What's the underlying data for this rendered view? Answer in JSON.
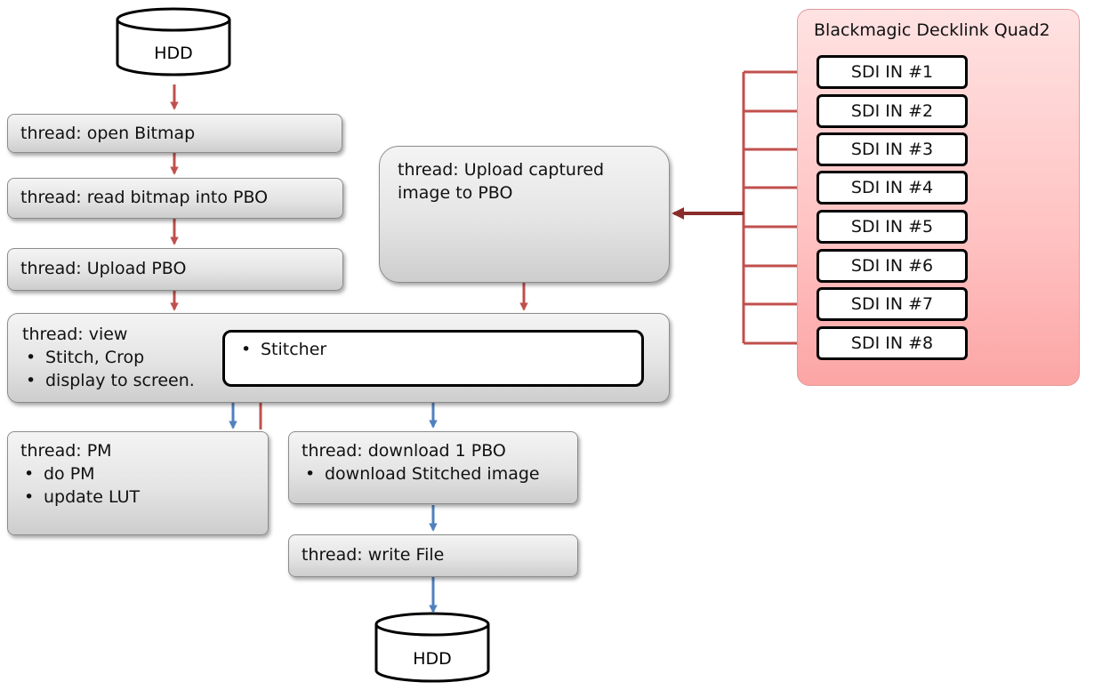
{
  "hdd_top": "HDD",
  "hdd_bottom": "HDD",
  "left_chain": {
    "open_bitmap": "thread: open Bitmap",
    "read_bitmap": "thread: read bitmap into PBO",
    "upload_pbo": "thread: Upload PBO"
  },
  "upload_captured": {
    "line1": "thread: Upload captured",
    "line2": "image to PBO"
  },
  "view": {
    "title": "thread: view",
    "bullets": [
      "Stitch, Crop",
      "display to screen."
    ]
  },
  "stitcher": "Stitcher",
  "pm": {
    "title": "thread: PM",
    "bullets": [
      "do PM",
      "update LUT"
    ]
  },
  "download": {
    "title": "thread: download 1 PBO",
    "bullets": [
      "download Stitched image"
    ]
  },
  "write_file": "thread: write File",
  "decklink": {
    "title": "Blackmagic Decklink Quad2",
    "inputs": [
      "SDI IN #1",
      "SDI IN #2",
      "SDI IN #3",
      "SDI IN #4",
      "SDI IN #5",
      "SDI IN #6",
      "SDI IN #7",
      "SDI IN #8"
    ]
  },
  "colors": {
    "red_arrow": "#c0504d",
    "blue_arrow": "#4f81bd",
    "dark_red_arrow": "#8b2c2c"
  }
}
